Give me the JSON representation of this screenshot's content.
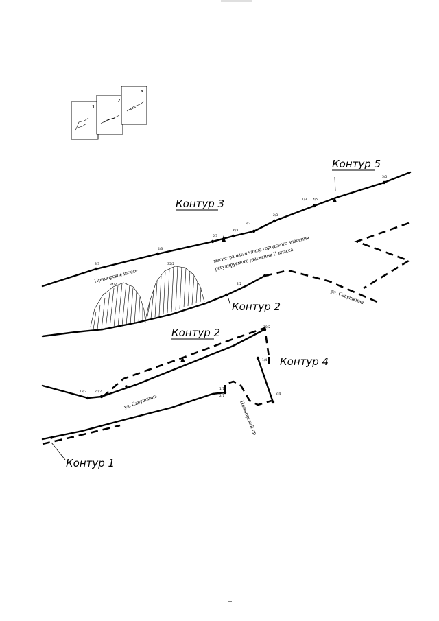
{
  "contours": {
    "c1": "Контур 1",
    "c2_upper": "Контур 2",
    "c2_lower": "Контур 2",
    "c3": "Контур 3",
    "c4": "Контур 4",
    "c5": "Контур 5"
  },
  "streets": {
    "primorskoe": "Приморское шоссе",
    "magistral_1": "магистральная улица городского значения",
    "magistral_2": "регулируемого движения II класса",
    "savushkina_right": "ул. Савушкина",
    "savushkina_lower": "ул. Савушкина",
    "primorsky_pr": "Приморский пр."
  },
  "sheets": {
    "s1": "1",
    "s2": "2",
    "s3": "3"
  },
  "points": {
    "p1": "3/3",
    "p2": "4/3",
    "p3": "5/3",
    "p4": "6/3",
    "p5": "3/3",
    "p6": "2/3",
    "p7": "1/3",
    "p8": "4/5",
    "p9": "5/5",
    "p10": "2/2",
    "p11": "3/2",
    "p12": "19/2",
    "p13": "18/2",
    "p14": "20/2",
    "p15": "1/4",
    "p16": "2/4",
    "p17": "1/1",
    "p18": "2/1",
    "p19": "34/2",
    "p20": "35/2"
  }
}
